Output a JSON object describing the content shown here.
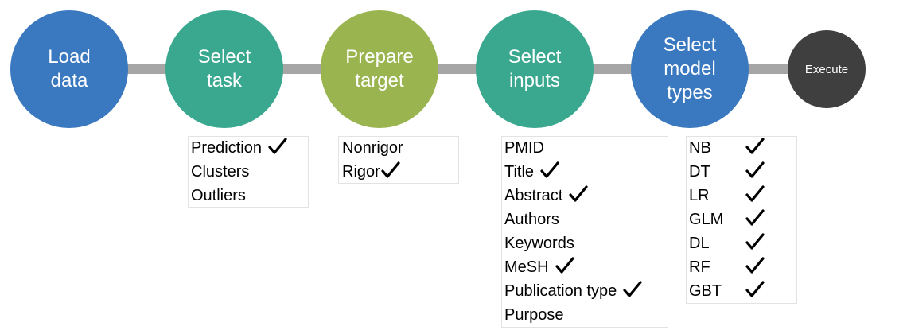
{
  "colors": {
    "load": "#3a78bf",
    "task": "#3aa88f",
    "target": "#9ab450",
    "inputs": "#3aa88f",
    "model": "#3a78bf",
    "execute": "#3f3f3f",
    "connector": "#a6a6a6"
  },
  "steps": {
    "load": "Load\ndata",
    "task": "Select\ntask",
    "target": "Prepare\ntarget",
    "inputs": "Select\ninputs",
    "model": "Select\nmodel\ntypes",
    "execute": "Execute"
  },
  "task_options": [
    "Prediction",
    "Clusters",
    "Outliers"
  ],
  "target_options": [
    "Nonrigor",
    "Rigor"
  ],
  "input_options": [
    "PMID",
    "Title",
    "Abstract",
    "Authors",
    "Keywords",
    "MeSH",
    "Publication type",
    "Purpose"
  ],
  "model_options": [
    "NB",
    "DT",
    "LR",
    "GLM",
    "DL",
    "RF",
    "GBT"
  ],
  "checked": {
    "task": [
      "Prediction"
    ],
    "target": [
      "Rigor"
    ],
    "inputs": [
      "Title",
      "Abstract",
      "MeSH",
      "Publication type"
    ],
    "model": [
      "NB",
      "DT",
      "LR",
      "GLM",
      "DL",
      "RF",
      "GBT"
    ]
  }
}
